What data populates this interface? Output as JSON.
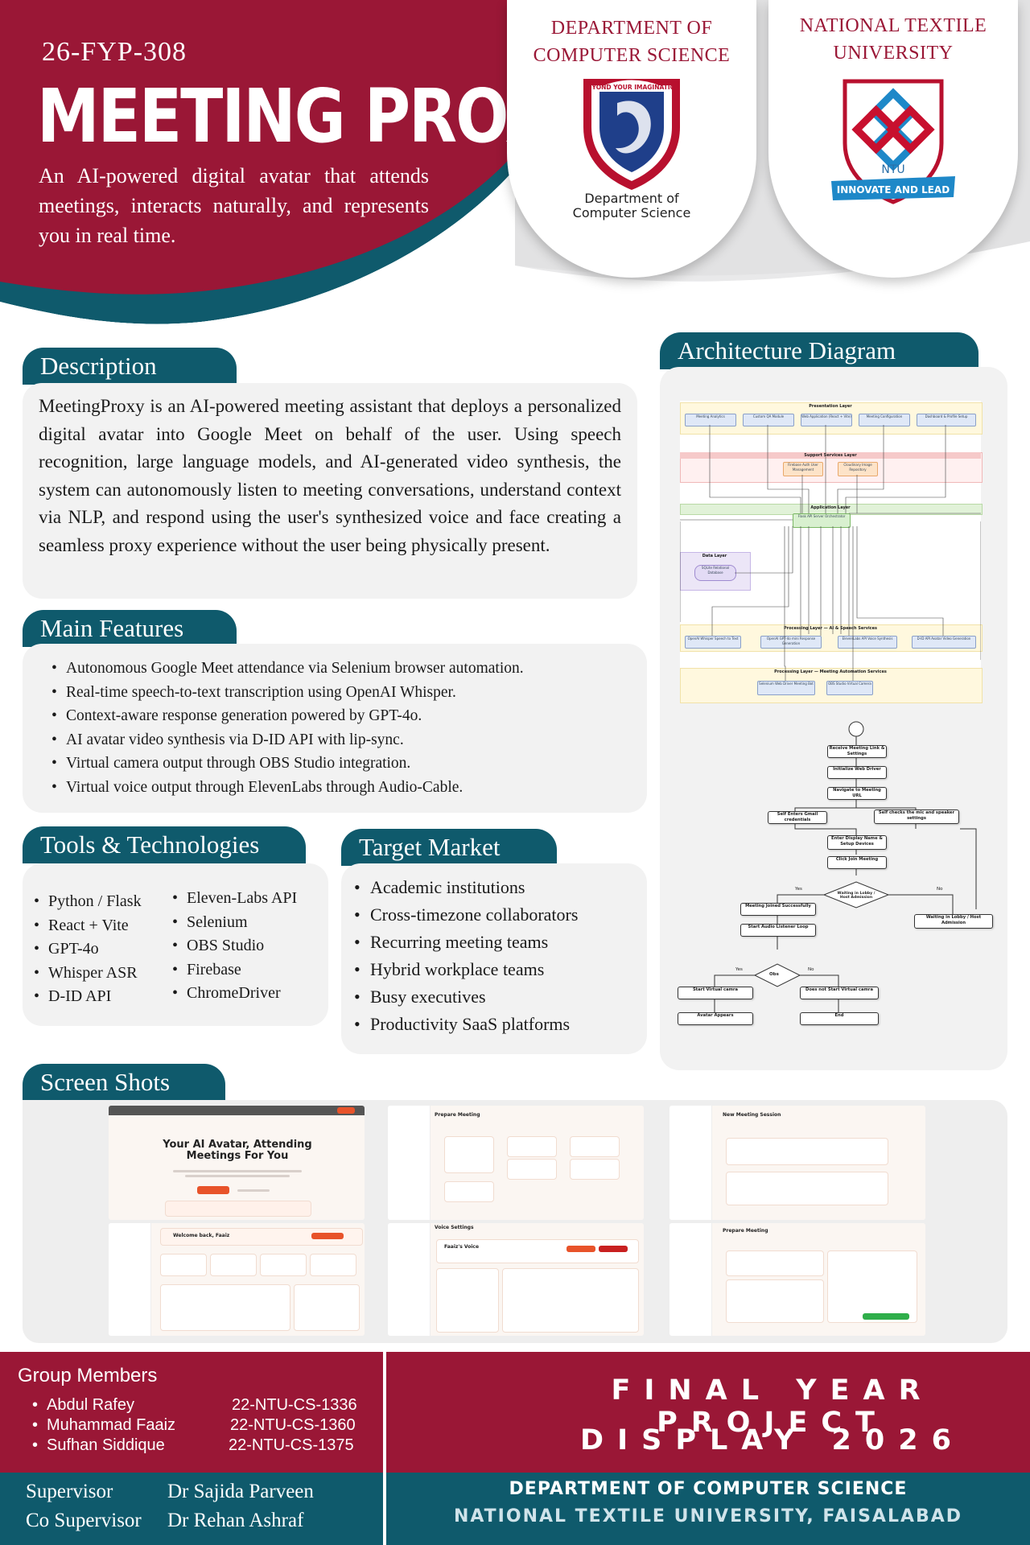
{
  "header": {
    "project_code": "26-FYP-308",
    "title": "MEETING PROXY",
    "tagline": "An AI-powered digital avatar that attends meetings, interacts naturally, and represents you in real time.",
    "dept_logo_title": "DEPARTMENT OF COMPUTER SCIENCE",
    "dept_logo_caption": "Department of Computer Science",
    "dept_logo_ring_text": "BEYOND YOUR IMAGINATION",
    "uni_logo_title": "NATIONAL TEXTILE UNIVERSITY",
    "uni_logo_ntu": "NTU",
    "uni_logo_banner": "INNOVATE AND LEAD"
  },
  "description": {
    "heading": "Description",
    "text": "MeetingProxy is an AI-powered meeting assistant that deploys a personalized digital avatar into Google Meet on behalf of the user. Using speech recognition, large language models, and AI-generated video synthesis, the system can autonomously listen to meeting conversations, understand context via NLP, and respond using the user's synthesized voice and face creating a seamless proxy experience without the user being physically present."
  },
  "features": {
    "heading": "Main Features",
    "items": [
      "Autonomous Google Meet attendance via Selenium browser automation.",
      "Real-time speech-to-text transcription using OpenAI Whisper.",
      "Context-aware response generation powered by GPT-4o.",
      "AI avatar video synthesis via D-ID API with lip-sync.",
      "Virtual camera output through OBS Studio integration.",
      "Virtual voice output through ElevenLabs through Audio-Cable."
    ]
  },
  "tools": {
    "heading": "Tools & Technologies",
    "col1": [
      "Python / Flask",
      "React + Vite",
      "GPT-4o",
      "Whisper ASR",
      "D-ID API"
    ],
    "col2": [
      "Eleven-Labs API",
      "Selenium",
      "OBS Studio",
      "Firebase",
      "ChromeDriver"
    ]
  },
  "market": {
    "heading": "Target Market",
    "items": [
      "Academic institutions",
      "Cross-timezone collaborators",
      "Recurring meeting teams",
      "Hybrid workplace teams",
      "Busy executives",
      "Productivity SaaS platforms"
    ]
  },
  "architecture": {
    "heading": "Architecture Diagram",
    "layers": [
      "Presentation Layer",
      "Support Services Layer",
      "Application Layer",
      "Data Layer",
      "Processing Layer — AI & Speech Services",
      "Processing Layer — Meeting Automation Services"
    ],
    "presentation": [
      "Meeting Analytics",
      "Custom QA Module",
      "Web Application (React + Vite)",
      "Meeting Configuration",
      "Dashboard & Profile Setup"
    ],
    "support": [
      "Firebase Auth User Management",
      "Cloudinary Image Repository"
    ],
    "app_server": "Flask API Server Orchestrator",
    "data": "SQLite Relational Database",
    "ai": [
      "OpenAI Whisper Speech to Text",
      "OpenAI GPT-4o mini Response Generation",
      "ElevenLabs API Voice Synthesis",
      "D-ID API Avatar Video Generation"
    ],
    "automation": [
      "Selenium Web Driver Meeting Bot",
      "OBS Studio Virtual Camera"
    ]
  },
  "flowchart": {
    "steps": [
      "Receive Meeting Link & Settings",
      "Initialize Web Driver",
      "Navigate to Meeting URL",
      "Self Enters Gmail credentials",
      "Self checks the mic and speaker settings",
      "Enter Display Name & Setup Devices",
      "Click Join Meeting",
      "Waiting in Lobby / Host Admission",
      "Meeting Joined Successfully",
      "Waiting in Lobby / Host Admission",
      "Start Audio Listener Loop",
      "Obs",
      "Start Virtual camra",
      "Does not Start Virtual camra",
      "Avatar Appears",
      "End"
    ],
    "yes": "Yes",
    "no": "No"
  },
  "screenshots": {
    "heading": "Screen Shots",
    "labels": [
      "Your AI Avatar, Attending Meetings For You",
      "Prepare Meeting",
      "New Meeting Session",
      "Welcome back, Faaiz",
      "Voice Settings",
      "Faaiz's Voice",
      "Prepare Meeting"
    ]
  },
  "members": {
    "heading": "Group Members",
    "list": [
      {
        "name": "Abdul Rafey",
        "id": "22-NTU-CS-1336"
      },
      {
        "name": "Muhammad Faaiz",
        "id": "22-NTU-CS-1360"
      },
      {
        "name": "Sufhan Siddique",
        "id": "22-NTU-CS-1375"
      }
    ]
  },
  "supervisors": {
    "supervisor_label": "Supervisor",
    "supervisor": "Dr Sajida Parveen",
    "co_label": "Co Supervisor",
    "co": "Dr Rehan Ashraf"
  },
  "footer": {
    "line1": "FINAL YEAR PROJECT",
    "line2": "DISPLAY 2026",
    "dept": "DEPARTMENT OF COMPUTER SCIENCE",
    "uni": "NATIONAL TEXTILE UNIVERSITY, FAISALABAD"
  },
  "colors": {
    "maroon": "#9a1736",
    "teal": "#0f5a6c",
    "panel": "#f2f2f2"
  }
}
